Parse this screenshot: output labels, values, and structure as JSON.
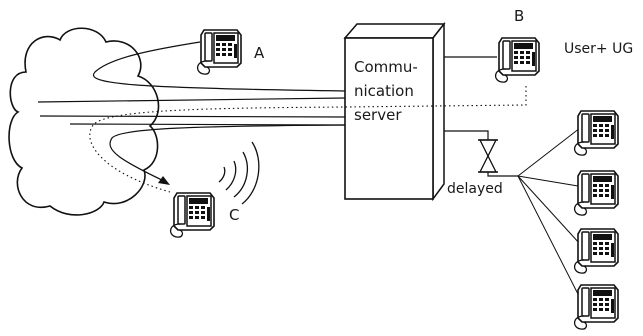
{
  "diagram": {
    "server_label_lines": [
      "Commu-",
      "nication",
      "server"
    ],
    "phone_labels": {
      "a": "A",
      "b": "B",
      "c": "C"
    },
    "user_ug_label": "User+ UG",
    "delay_label": "delayed"
  }
}
